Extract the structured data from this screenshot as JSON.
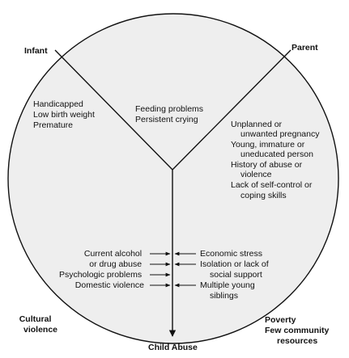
{
  "labels": {
    "infant": "Infant",
    "parent": "Parent",
    "cultural_violence": [
      "Cultural",
      "violence"
    ],
    "poverty": [
      "Poverty",
      "Few community",
      "resources"
    ],
    "child_abuse": "Child Abuse"
  },
  "sectors": {
    "infant": [
      "Handicapped",
      "Low birth weight",
      "Premature"
    ],
    "shared": [
      "Feeding problems",
      "Persistent crying"
    ],
    "parent": [
      "Unplanned or",
      "unwanted pregnancy",
      "Young, immature or",
      "uneducated person",
      "History of abuse or",
      "violence",
      "Lack of self-control or",
      "coping skills"
    ]
  },
  "left_factors": [
    "Current alcohol",
    "or drug abuse",
    "Psychologic problems",
    "Domestic violence"
  ],
  "right_factors": [
    "Economic stress",
    "Isolation or lack of",
    "social support",
    "Multiple young",
    "siblings"
  ]
}
